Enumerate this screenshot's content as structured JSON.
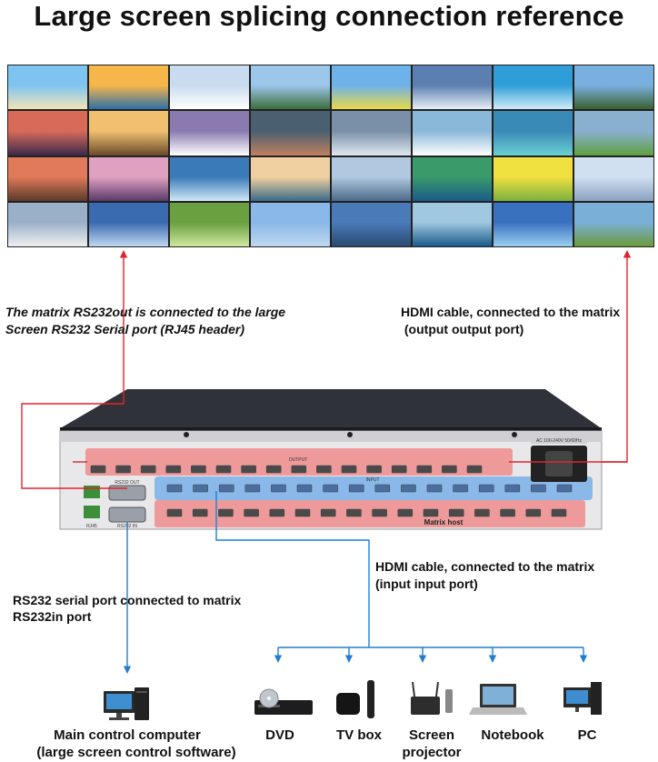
{
  "title": "Large screen splicing connection reference",
  "labels": {
    "rs232out": [
      "The matrix RS232out is connected to the large",
      "Screen RS232  Serial port (RJ45 header)"
    ],
    "hdmi_output": [
      "HDMI cable, connected to the matrix",
      " (output output port)"
    ],
    "hdmi_input": [
      "HDMI cable, connected to the matrix",
      "(input input port)"
    ],
    "rs232in": [
      "RS232 serial port connected to matrix",
      "RS232in port"
    ]
  },
  "device": {
    "output_label": "OUTPUT",
    "input_label": "INPUT",
    "power_label": "AC 100-240V 50/60Hz",
    "host_label": "Matrix host",
    "rs232out_label": "RS232 OUT",
    "rs232in_label": "RS232 IN",
    "rj45_label": "RJ45"
  },
  "sources": [
    {
      "label": "DVD"
    },
    {
      "label": "TV box"
    },
    {
      "label": "Screen\nprojector"
    },
    {
      "label": "Notebook"
    },
    {
      "label": "PC"
    }
  ],
  "computer": {
    "label": [
      "Main control computer",
      "(large screen control software)"
    ]
  },
  "colors": {
    "red": "#e0242b",
    "blue": "#1e7fd0",
    "pink_band": "#f08c8c",
    "blue_band": "#7fb2e8"
  }
}
